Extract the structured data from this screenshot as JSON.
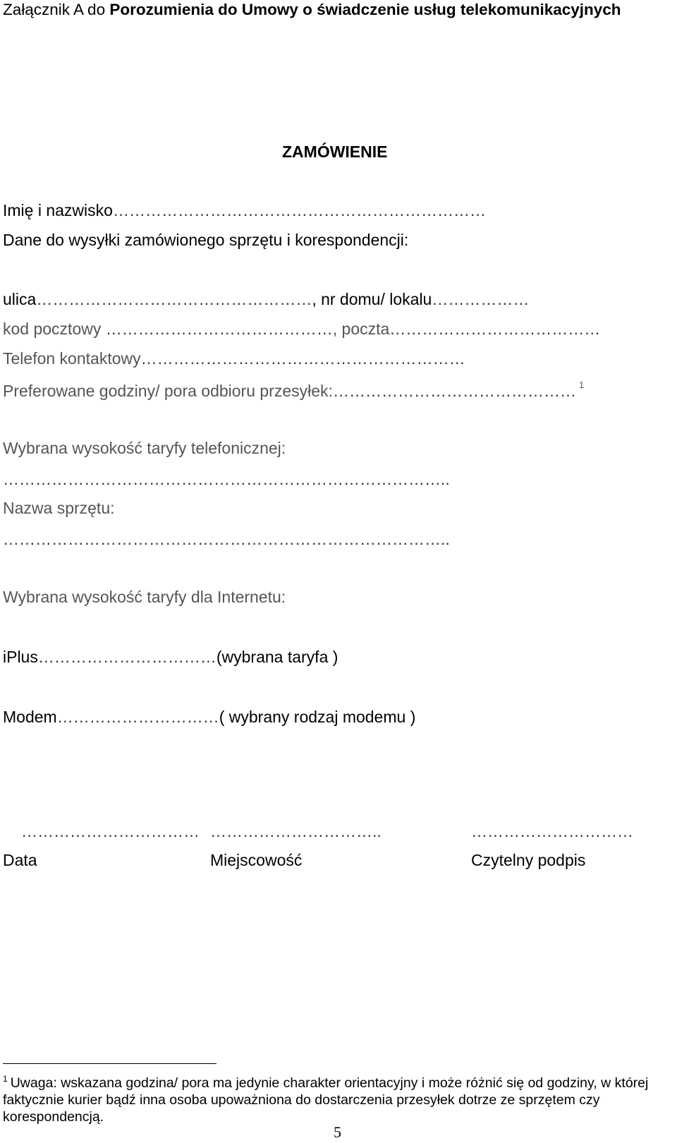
{
  "header": {
    "prefix": "Załącznik A do ",
    "bold_title": "Porozumienia do Umowy o świadczenie usług telekomunikacyjnych"
  },
  "title": "ZAMÓWIENIE",
  "fields": {
    "name_label": "Imię i nazwisko",
    "name_dots": "……………………………………………………………",
    "shipping_label": "Dane do wysyłki zamówionego sprzętu i korespondencji:",
    "street_label": "ulica",
    "street_dots": "……………………………………………",
    "house_label": ", nr domu/ lokalu",
    "house_dots": "………………",
    "postcode_label": "kod pocztowy",
    "postcode_dots": "……………………………………",
    "post_label": ", poczta",
    "post_dots": "…………………………………",
    "phone_label": "Telefon kontaktowy",
    "phone_dots": "……………………………………………………",
    "hours_label": "Preferowane godziny/ pora odbioru przesyłek:",
    "hours_dots": "………………………………………",
    "hours_footnote_ref": "1",
    "phone_tariff_label": "Wybrana wysokość taryfy telefonicznej:",
    "phone_tariff_dots": "………………………………………………………………………..",
    "device_label": "Nazwa sprzętu:",
    "device_dots": "………………………………………………………………………..",
    "internet_tariff_label": "Wybrana wysokość taryfy dla Internetu:",
    "iplus_label": "iPlus",
    "iplus_dots": "……………………………",
    "iplus_note": "(wybrana taryfa )",
    "modem_label": "Modem",
    "modem_dots": "…………………………",
    "modem_note": "( wybrany rodzaj modemu )"
  },
  "signatures": {
    "date_dots": "……………………………",
    "date_label": "Data",
    "place_dots": "…………………………..",
    "place_label": "Miejscowość",
    "sign_dots": "…………………………",
    "sign_label": "Czytelny podpis"
  },
  "footnote": {
    "ref": "1",
    "text": "Uwaga: wskazana godzina/ pora ma jedynie charakter orientacyjny i może różnić się od godziny, w której faktycznie kurier bądź inna osoba upoważniona do dostarczenia przesyłek dotrze ze sprzętem czy korespondencją."
  },
  "page_number": "5"
}
